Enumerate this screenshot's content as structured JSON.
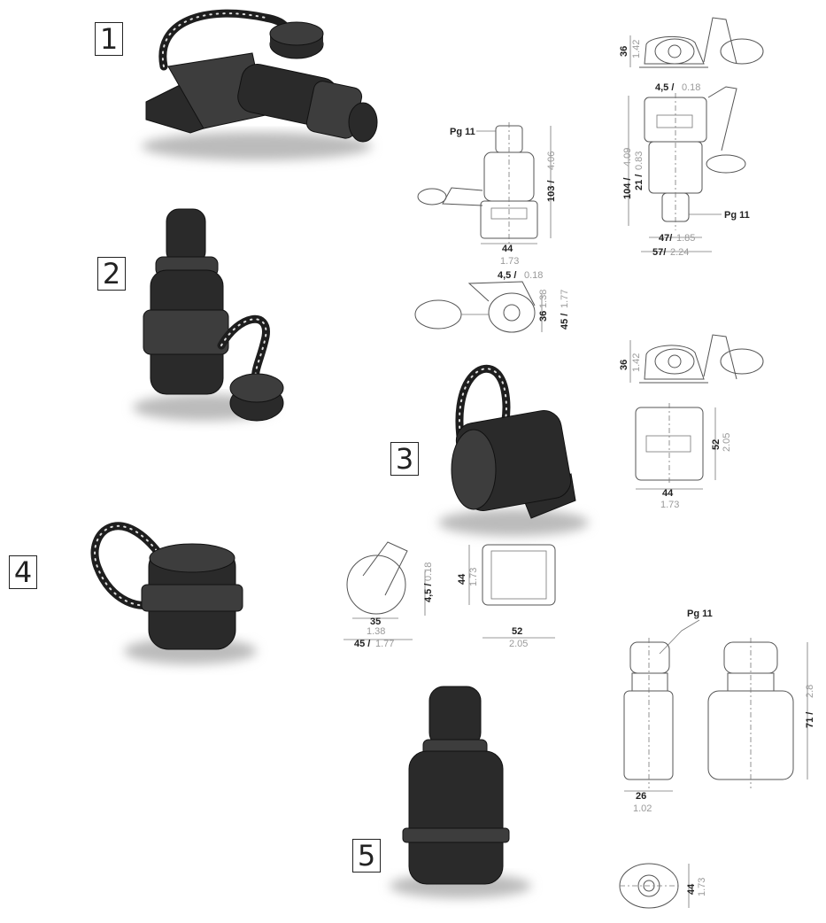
{
  "items": [
    {
      "number": "1"
    },
    {
      "number": "2"
    },
    {
      "number": "3"
    },
    {
      "number": "4"
    },
    {
      "number": "5"
    }
  ],
  "drawings": {
    "top_right": {
      "d1": "36",
      "d1g": "1.42",
      "d2": "4,5 /",
      "d2g": "0.18",
      "d3": "104 /",
      "d3g": "4.09",
      "d4": "21 /",
      "d4g": "0.83",
      "cable": "Pg 11",
      "w1": "47/",
      "w1g": "1.85",
      "w2": "57/",
      "w2g": "2.24"
    },
    "middle_left": {
      "cable": "Pg 11",
      "h": "103 /",
      "hg": "4.06",
      "w": "44",
      "wg": "1.73",
      "d1": "4,5 /",
      "d1g": "0.18",
      "d2": "36",
      "d2g": "1.38",
      "d3": "45 /",
      "d3g": "1.77"
    },
    "middle_right": {
      "d1": "36",
      "d1g": "1.42",
      "h": "52",
      "hg": "2.05",
      "w": "44",
      "wg": "1.73"
    },
    "cover": {
      "d1": "35",
      "d1g": "1.38",
      "d2": "45 /",
      "d2g": "1.77",
      "d3": "4,5 /",
      "d3g": "0.18",
      "h": "44",
      "hg": "1.73",
      "w": "52",
      "wg": "2.05"
    },
    "bottom": {
      "cable": "Pg 11",
      "w": "26",
      "wg": "1.02",
      "h": "71 /",
      "hg": "2.8",
      "d": "44",
      "dg": "1.73"
    }
  }
}
